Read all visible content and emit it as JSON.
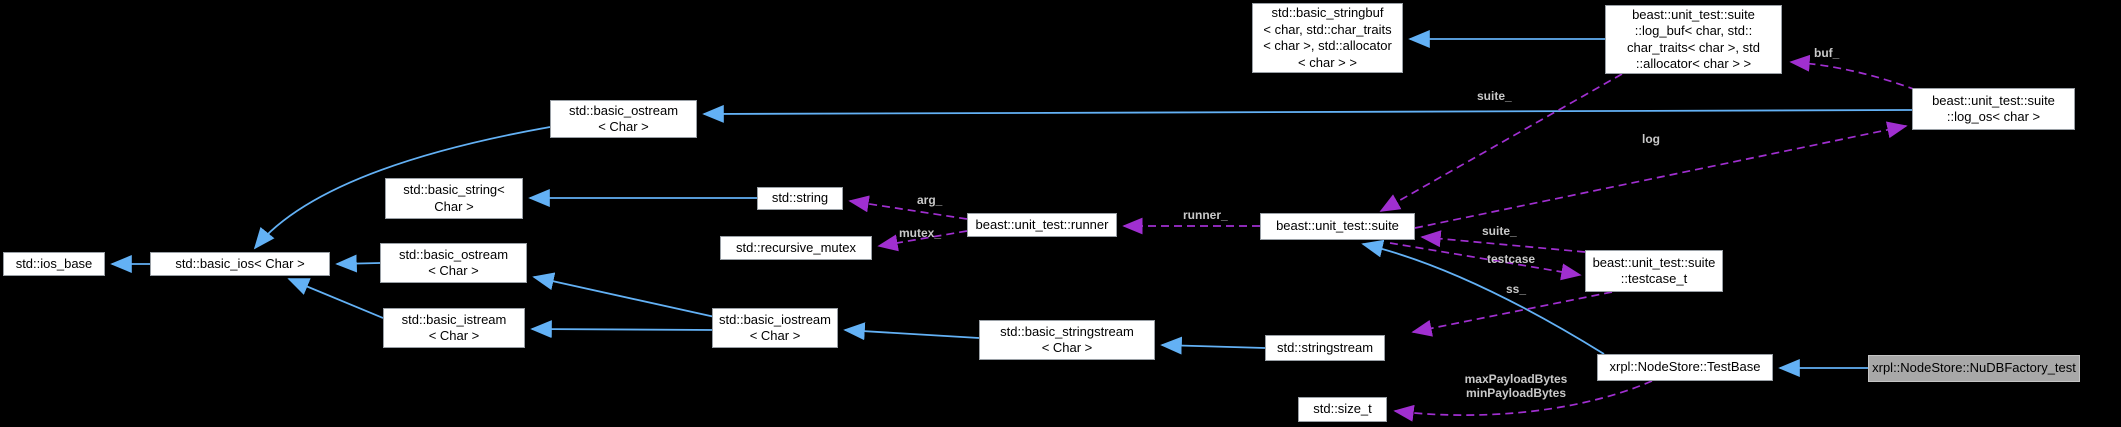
{
  "diagram": {
    "kind": "collaboration-graph",
    "highlighted_node": "xrpl::NodeStore::NuDBFactory_test",
    "colors": {
      "background": "#000000",
      "inheritance_edge": "#63b1f5",
      "usage_edge": "#a02fd0",
      "node_bg": "#ffffff",
      "node_border": "#9aa0a6",
      "highlight_bg": "#a8a8a8",
      "edge_label": "#c9c9c9",
      "node_text": "#000000"
    }
  },
  "nodes": {
    "basic_stringbuf": {
      "label": "std::basic_stringbuf\n< char, std::char_traits\n< char >, std::allocator\n< char > >"
    },
    "log_buf": {
      "label": "beast::unit_test::suite\n::log_buf< char, std::\nchar_traits< char >, std\n::allocator< char > >"
    },
    "log_os": {
      "label": "beast::unit_test::suite\n::log_os< char >"
    },
    "basic_ostream_top": {
      "label": "std::basic_ostream\n< Char >"
    },
    "basic_string": {
      "label": "std::basic_string<\nChar >"
    },
    "string": {
      "label": "std::string"
    },
    "recursive_mutex": {
      "label": "std::recursive_mutex"
    },
    "runner": {
      "label": "beast::unit_test::runner"
    },
    "suite": {
      "label": "beast::unit_test::suite"
    },
    "ios_base": {
      "label": "std::ios_base"
    },
    "basic_ios": {
      "label": "std::basic_ios< Char >"
    },
    "basic_ostream": {
      "label": "std::basic_ostream\n< Char >"
    },
    "basic_istream": {
      "label": "std::basic_istream\n< Char >"
    },
    "basic_iostream": {
      "label": "std::basic_iostream\n< Char >"
    },
    "basic_stringstream": {
      "label": "std::basic_stringstream\n< Char >"
    },
    "stringstream": {
      "label": "std::stringstream"
    },
    "testcase_t": {
      "label": "beast::unit_test::suite\n::testcase_t"
    },
    "testbase": {
      "label": "xrpl::NodeStore::TestBase"
    },
    "nudb_factory_test": {
      "label": "xrpl::NodeStore::NuDBFactory_test"
    },
    "size_t": {
      "label": "std::size_t"
    }
  },
  "edge_labels": {
    "buf": "buf_",
    "suite_from_logbuf": "suite_",
    "log": "log",
    "runner": "runner_",
    "arg": "arg_",
    "mutex": "mutex_",
    "suite_from_testcase": "suite_",
    "testcase": "testcase",
    "ss": "ss_",
    "payload": "maxPayloadBytes\nminPayloadBytes"
  }
}
